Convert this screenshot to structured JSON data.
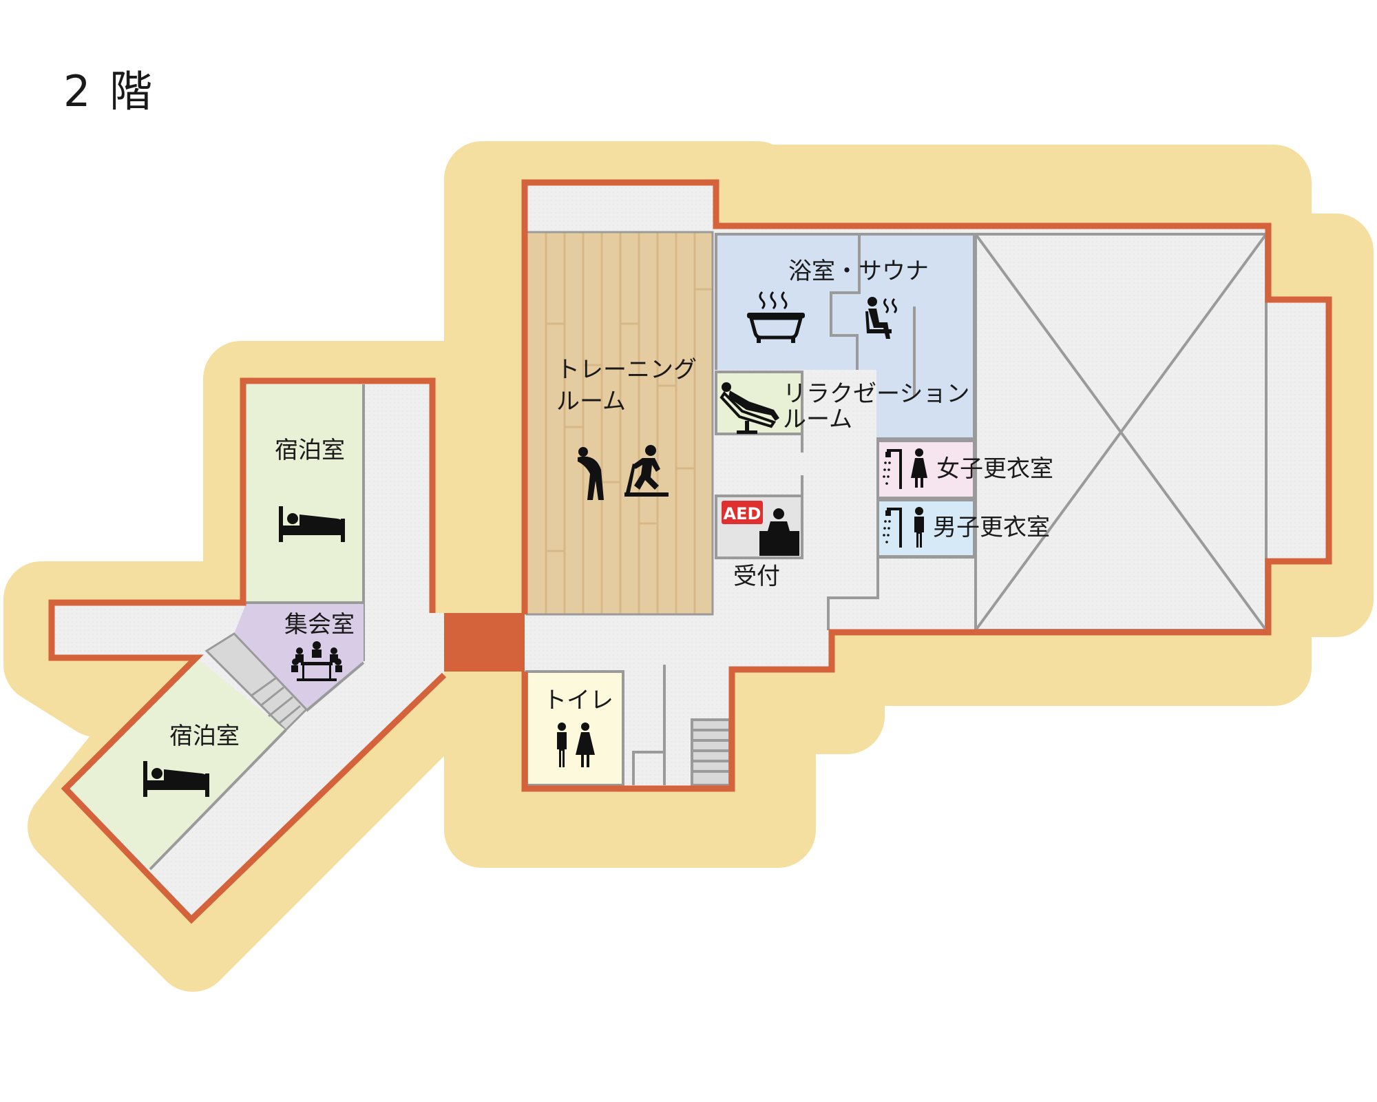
{
  "floor": {
    "title": "2 階"
  },
  "rooms": {
    "lodging_upper": "宿泊室",
    "lodging_lower": "宿泊室",
    "meeting": "集会室",
    "training_line1": "トレーニング",
    "training_line2": "ルーム",
    "bath_sauna": "浴室・サウナ",
    "relax_line1": "リラクゼーション",
    "relax_line2": "ルーム",
    "women_locker": "女子更衣室",
    "men_locker": "男子更衣室",
    "reception": "受付",
    "aed_badge": "AED",
    "toilet": "トイレ"
  },
  "colors": {
    "halo": "#f5dfa0",
    "wall": "#d4623a",
    "floor": "#efefef",
    "training_floor": "#e5ccA0",
    "lodging": "#e8f0d6",
    "meeting": "#d9cce6",
    "bath": "#d3e0f2",
    "relax": "#e8f0d6",
    "women": "#f6e4ef",
    "men": "#d5eaf6",
    "toilet": "#fdf9dc",
    "aed_red": "#e02f2f"
  },
  "icons": [
    "bed-icon",
    "meeting-icon",
    "stretch-icon",
    "treadmill-icon",
    "bathtub-icon",
    "sauna-icon",
    "massage-chair-icon",
    "shower-icon",
    "woman-icon",
    "man-icon",
    "reception-desk-icon",
    "aed-icon",
    "toilet-icon"
  ]
}
